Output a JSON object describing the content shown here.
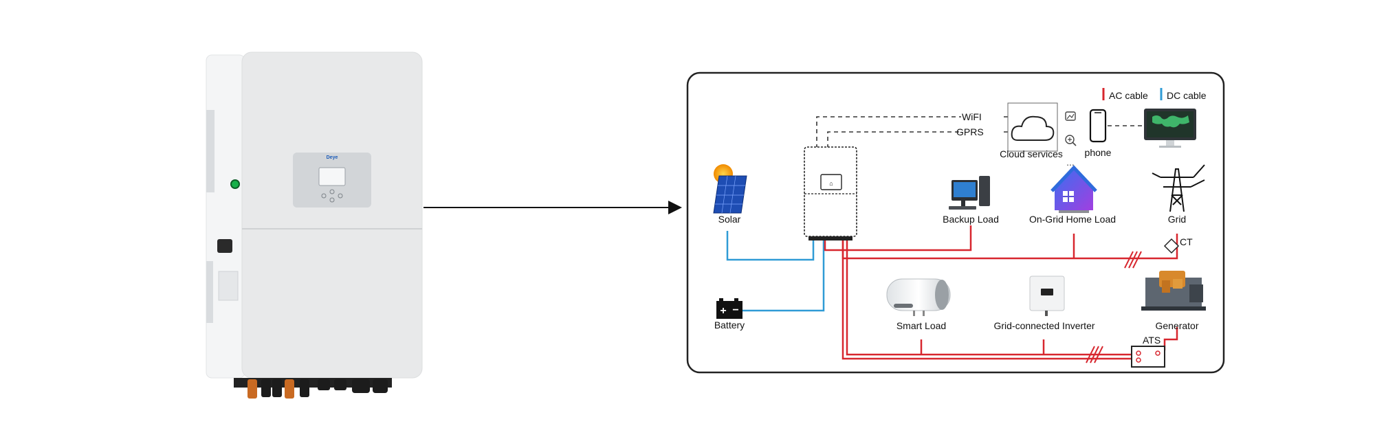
{
  "product": {
    "brand_label": "Deye"
  },
  "diagram": {
    "legend": {
      "ac": "AC cable",
      "dc": "DC cable"
    },
    "links": {
      "wifi": "WiFI",
      "gprs": "GPRS"
    },
    "nodes": {
      "solar": "Solar",
      "battery": "Battery",
      "backup_load": "Backup Load",
      "on_grid_home_load": "On-Grid Home Load",
      "grid": "Grid",
      "ct": "CT",
      "cloud": "Cloud services",
      "phone": "phone",
      "smart_load": "Smart Load",
      "grid_inverter": "Grid-connected Inverter",
      "generator": "Generator",
      "ats": "ATS"
    },
    "colors": {
      "ac_cable": "#d7262e",
      "dc_cable": "#2f9bd6",
      "dashed_link": "#333333"
    }
  },
  "overlay_tools": {
    "icons": [
      "image-search-icon",
      "zoom-in-icon",
      "more-icon"
    ],
    "more_label": "..."
  }
}
